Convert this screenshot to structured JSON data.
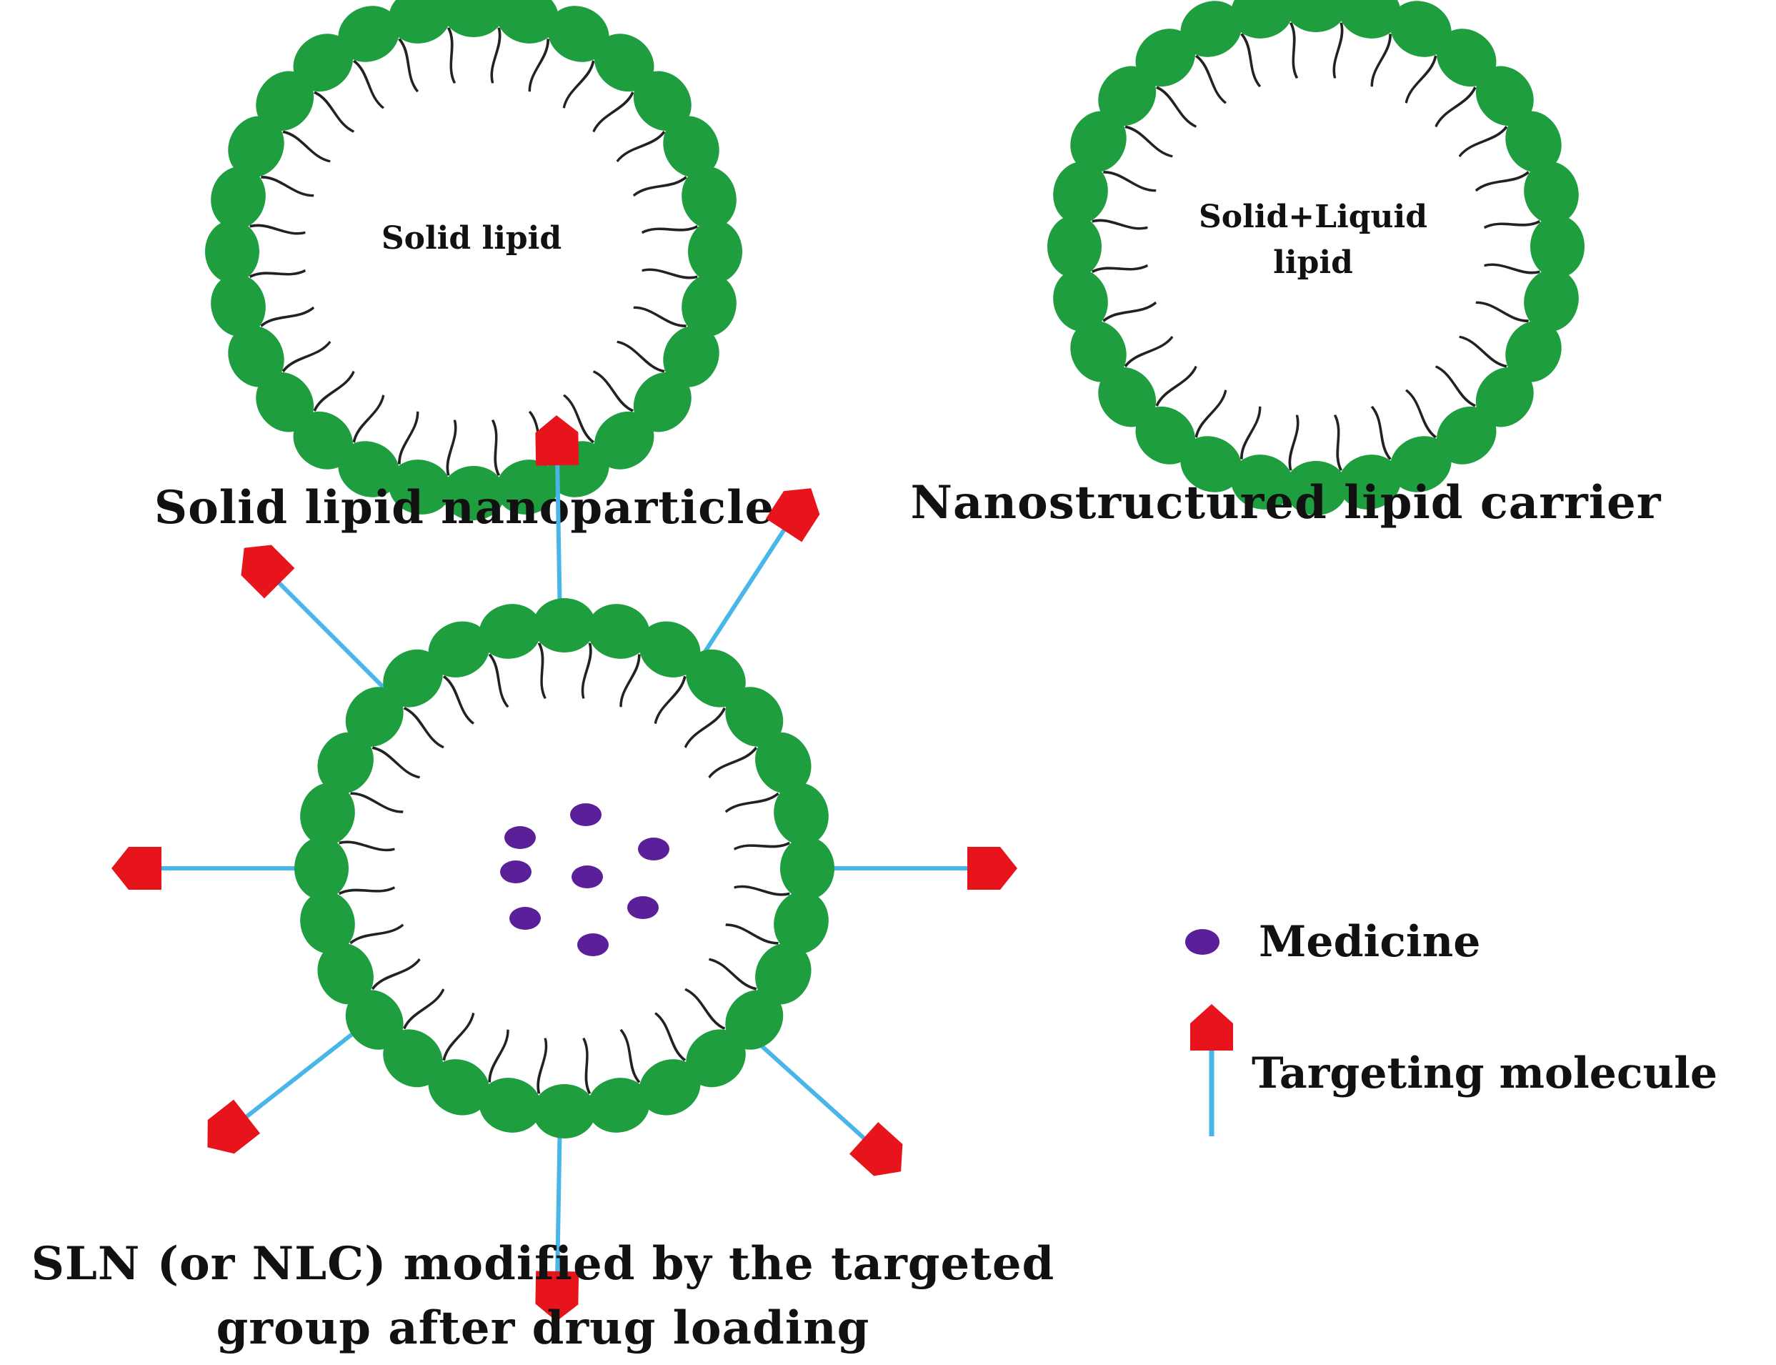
{
  "colors": {
    "head": "#1e9e3e",
    "tail": "#222222",
    "medicine": "#5b1f9a",
    "ligand_head": "#e8141c",
    "ligand_stalk": "#49b6ea",
    "text": "#111111"
  },
  "sln": {
    "inner_label": "Solid lipid",
    "caption": "Solid lipid nanoparticle"
  },
  "nlc": {
    "inner_label_line1": "Solid+Liquid",
    "inner_label_line2": "lipid",
    "caption": "Nanostructured lipid carrier"
  },
  "targeted": {
    "caption_line1": "SLN (or NLC) modified by the targeted",
    "caption_line2": "group after drug loading"
  },
  "legend": {
    "medicine_label": "Medicine",
    "targeting_label": "Targeting molecule"
  },
  "icons": {
    "medicine": "medicine-dot-icon",
    "targeting": "targeting-molecule-icon"
  }
}
